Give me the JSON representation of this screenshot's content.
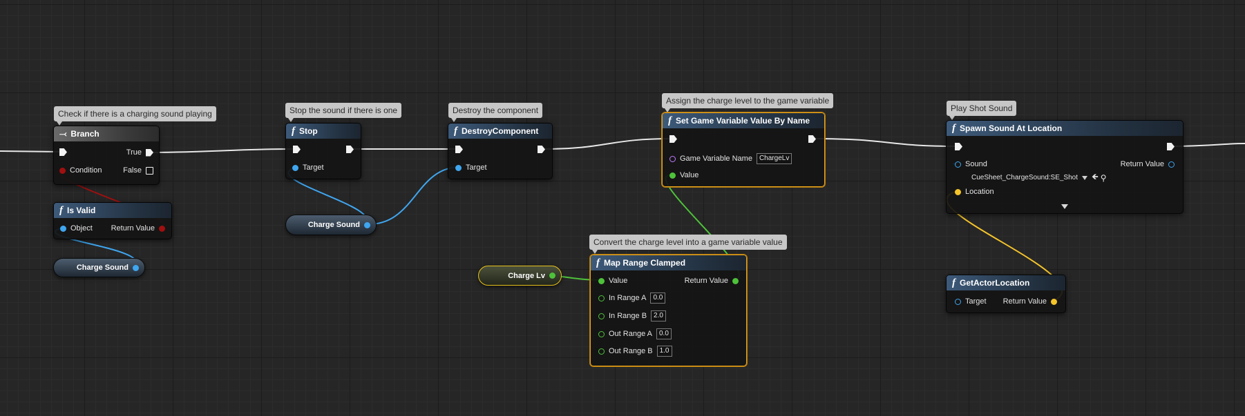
{
  "graph": {
    "comments": {
      "branch": "Check if there is a charging sound playing",
      "stop": "Stop the sound if there is one",
      "destroy": "Destroy the component",
      "setvar": "Assign the charge level to the game variable",
      "map": "Convert the charge level into a game variable value",
      "spawn": "Play Shot Sound"
    },
    "nodes": {
      "branch": {
        "title": "Branch",
        "condition": "Condition",
        "true": "True",
        "false": "False"
      },
      "isvalid": {
        "title": "Is Valid",
        "object": "Object",
        "return": "Return Value"
      },
      "stop": {
        "title": "Stop",
        "target": "Target"
      },
      "destroy": {
        "title": "DestroyComponent",
        "target": "Target"
      },
      "setvar": {
        "title": "Set Game Variable Value By Name",
        "name_pin": "Game Variable Name",
        "name_value": "ChargeLv",
        "value_pin": "Value"
      },
      "map": {
        "title": "Map Range Clamped",
        "value": "Value",
        "return": "Return Value",
        "in_a": "In Range A",
        "in_a_val": "0.0",
        "in_b": "In Range B",
        "in_b_val": "2.0",
        "out_a": "Out Range A",
        "out_a_val": "0.0",
        "out_b": "Out Range B",
        "out_b_val": "1.0"
      },
      "spawn": {
        "title": "Spawn Sound At Location",
        "sound": "Sound",
        "sound_asset": "CueSheet_ChargeSound:SE_Shot",
        "return": "Return Value",
        "location": "Location"
      },
      "getloc": {
        "title": "GetActorLocation",
        "target": "Target",
        "return": "Return Value"
      }
    },
    "variables": {
      "charge_sound_1": "Charge Sound",
      "charge_sound_2": "Charge Sound",
      "charge_lv": "Charge Lv"
    },
    "pin_colors": {
      "exec": "#f2f2f2",
      "object": "#3fa6f0",
      "bool": "#a01010",
      "float": "#4ec23a",
      "vector": "#f5c42a",
      "name": "#c27aff"
    }
  }
}
